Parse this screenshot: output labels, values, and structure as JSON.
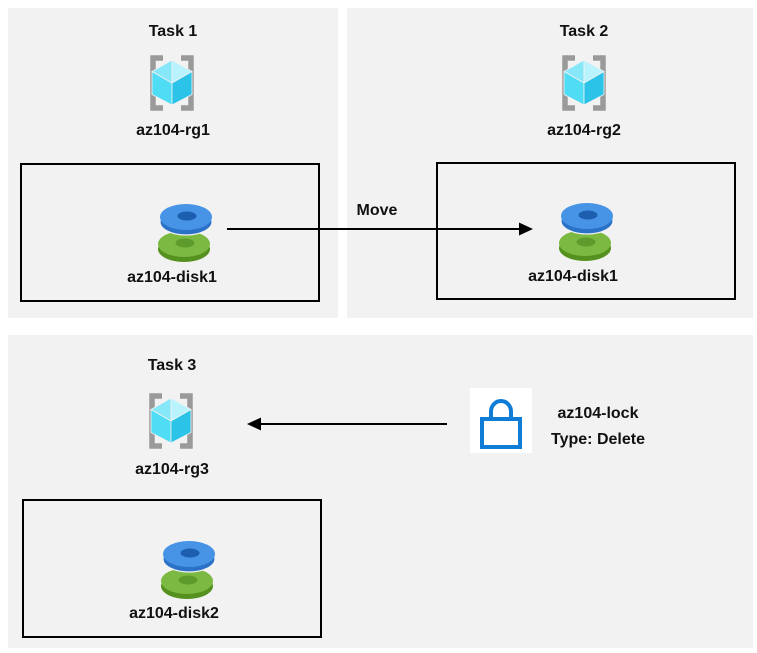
{
  "diagram": {
    "task1": {
      "title": "Task 1",
      "rg_label": "az104-rg1",
      "disk_label": "az104-disk1"
    },
    "task2": {
      "title": "Task 2",
      "rg_label": "az104-rg2",
      "disk_label": "az104-disk1"
    },
    "task3": {
      "title": "Task 3",
      "rg_label": "az104-rg3",
      "disk_label": "az104-disk2"
    },
    "move_arrow_label": "Move",
    "lock": {
      "name": "az104-lock",
      "type_line": "Type: Delete"
    }
  },
  "icons": {
    "resource_group": "resource-group-icon",
    "managed_disk": "disk-icon",
    "lock": "lock-icon"
  },
  "colors": {
    "page_bg": "#ffffff",
    "panel_bg": "#f2f2f2",
    "box_border": "#000000",
    "arrow": "#000000",
    "text": "#111111",
    "lock_blue": "#0f7cd6",
    "rg_bracket_gray": "#9a9a9a",
    "cube_top_left": "#86e7f8",
    "cube_top_right": "#b9f3fd",
    "cube_left": "#4fdcf5",
    "cube_right": "#2cc3e8",
    "disk_blue_top": "#4793e6",
    "disk_blue_side": "#2a72c8",
    "disk_blue_hole": "#1b5fae",
    "disk_green_top": "#7cb942",
    "disk_green_side": "#55911f",
    "disk_green_hole": "#5d9b2d"
  }
}
